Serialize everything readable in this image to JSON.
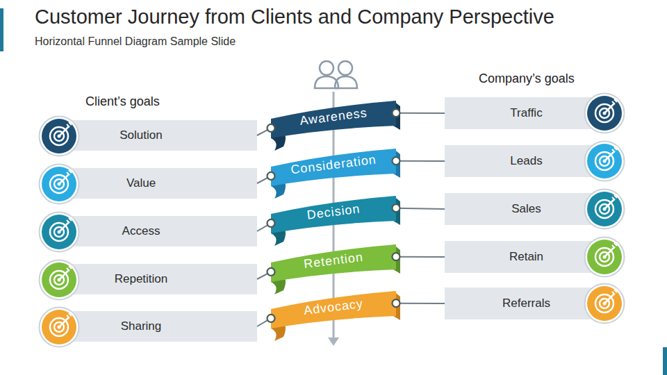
{
  "diagram": {
    "title": "Customer Journey from Clients and Company Perspective",
    "caption": "Horizontal Funnel Diagram Sample Slide",
    "nodes": [
      {
        "text": [
          "Solution"
        ]
      },
      {
        "text": [
          "Value"
        ]
      },
      {
        "text": [
          "Access"
        ]
      },
      {
        "text": [
          "Repetition"
        ]
      },
      {
        "text": [
          "Sharing"
        ]
      },
      {
        "text": [
          "Awareness"
        ]
      },
      {
        "text": [
          "Consideration"
        ]
      },
      {
        "text": [
          "Decision"
        ]
      },
      {
        "text": [
          "Retention"
        ]
      },
      {
        "text": [
          "Advocacy"
        ]
      },
      {
        "text": [
          "Traffic"
        ]
      },
      {
        "text": [
          "Leads"
        ]
      },
      {
        "text": [
          "Sales"
        ]
      },
      {
        "text": [
          "Retain"
        ]
      },
      {
        "text": [
          "Referrals"
        ]
      }
    ],
    "edges": [
      {
        "from": 0,
        "to": 5,
        "arrow": "none"
      },
      {
        "from": 1,
        "to": 6,
        "arrow": "none"
      },
      {
        "from": 2,
        "to": 7,
        "arrow": "none"
      },
      {
        "from": 3,
        "to": 8,
        "arrow": "none"
      },
      {
        "from": 4,
        "to": 9,
        "arrow": "none"
      },
      {
        "from": 5,
        "to": 10,
        "arrow": "none"
      },
      {
        "from": 6,
        "to": 11,
        "arrow": "none"
      },
      {
        "from": 7,
        "to": 12,
        "arrow": "none"
      },
      {
        "from": 8,
        "to": 13,
        "arrow": "none"
      },
      {
        "from": 9,
        "to": 14,
        "arrow": "none"
      }
    ],
    "labels": [
      "Client’s goals",
      "Company’s goals"
    ]
  }
}
